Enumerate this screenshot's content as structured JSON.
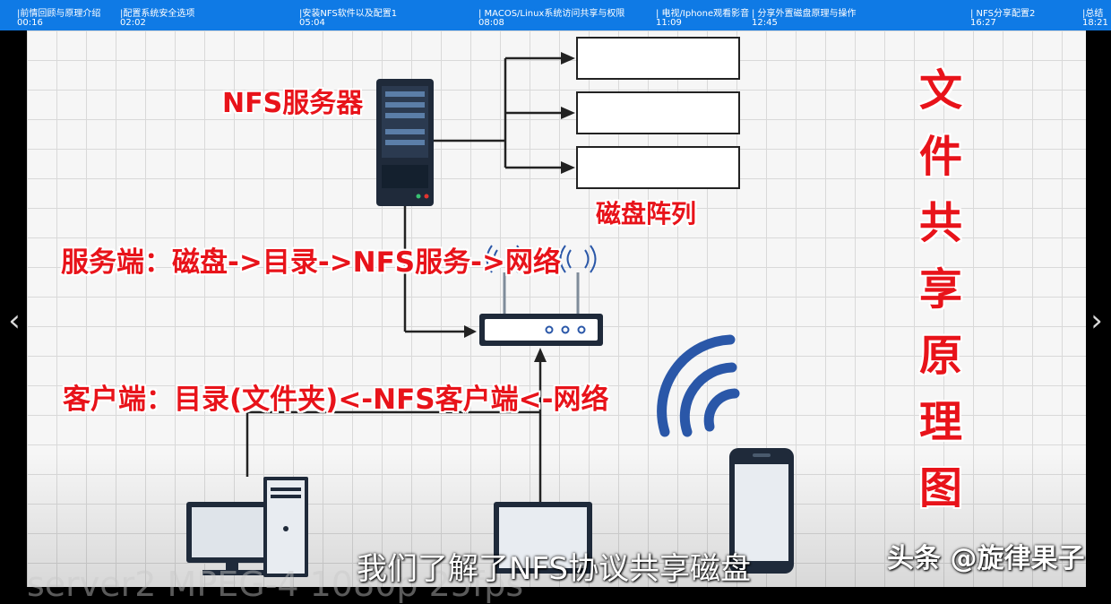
{
  "chapters": [
    {
      "title": "|前情回顾与原理介绍",
      "time": "00:16"
    },
    {
      "title": "|配置系统安全选项",
      "time": "02:02"
    },
    {
      "title": "|安装NFS软件以及配置1",
      "time": "05:04"
    },
    {
      "title": "| MACOS/Linux系统访问共享与权限",
      "time": "08:08"
    },
    {
      "title": "| 电视/Iphone观看影音",
      "time": "11:09"
    },
    {
      "title": "| 分享外置磁盘原理与操作",
      "time": "12:45"
    },
    {
      "title": "| NFS分享配置2",
      "time": "16:27"
    },
    {
      "title": "|总结",
      "time": "18:21"
    }
  ],
  "diagram": {
    "nfs_server_label": "NFS服务器",
    "disk_array_label": "磁盘阵列",
    "server_side_text": "服务端：磁盘->目录->NFS服务->网络",
    "client_side_text": "客户端：目录(文件夹)<-NFS客户端<-网络",
    "vertical_title": "文件共享原理图"
  },
  "player": {
    "subtitle": "我们了解了NFS协议共享磁盘",
    "watermark": "头条 @旋律果子",
    "overlay_text": "server2 MPEG-4 1080p 25fps",
    "prev_icon": "chevron-left-icon",
    "next_icon": "chevron-right-icon"
  },
  "colors": {
    "chapter_bar": "#0f7ae5",
    "label_red": "#e8131a",
    "wifi_blue": "#2a57a8",
    "device_dark": "#1f2a3a"
  }
}
